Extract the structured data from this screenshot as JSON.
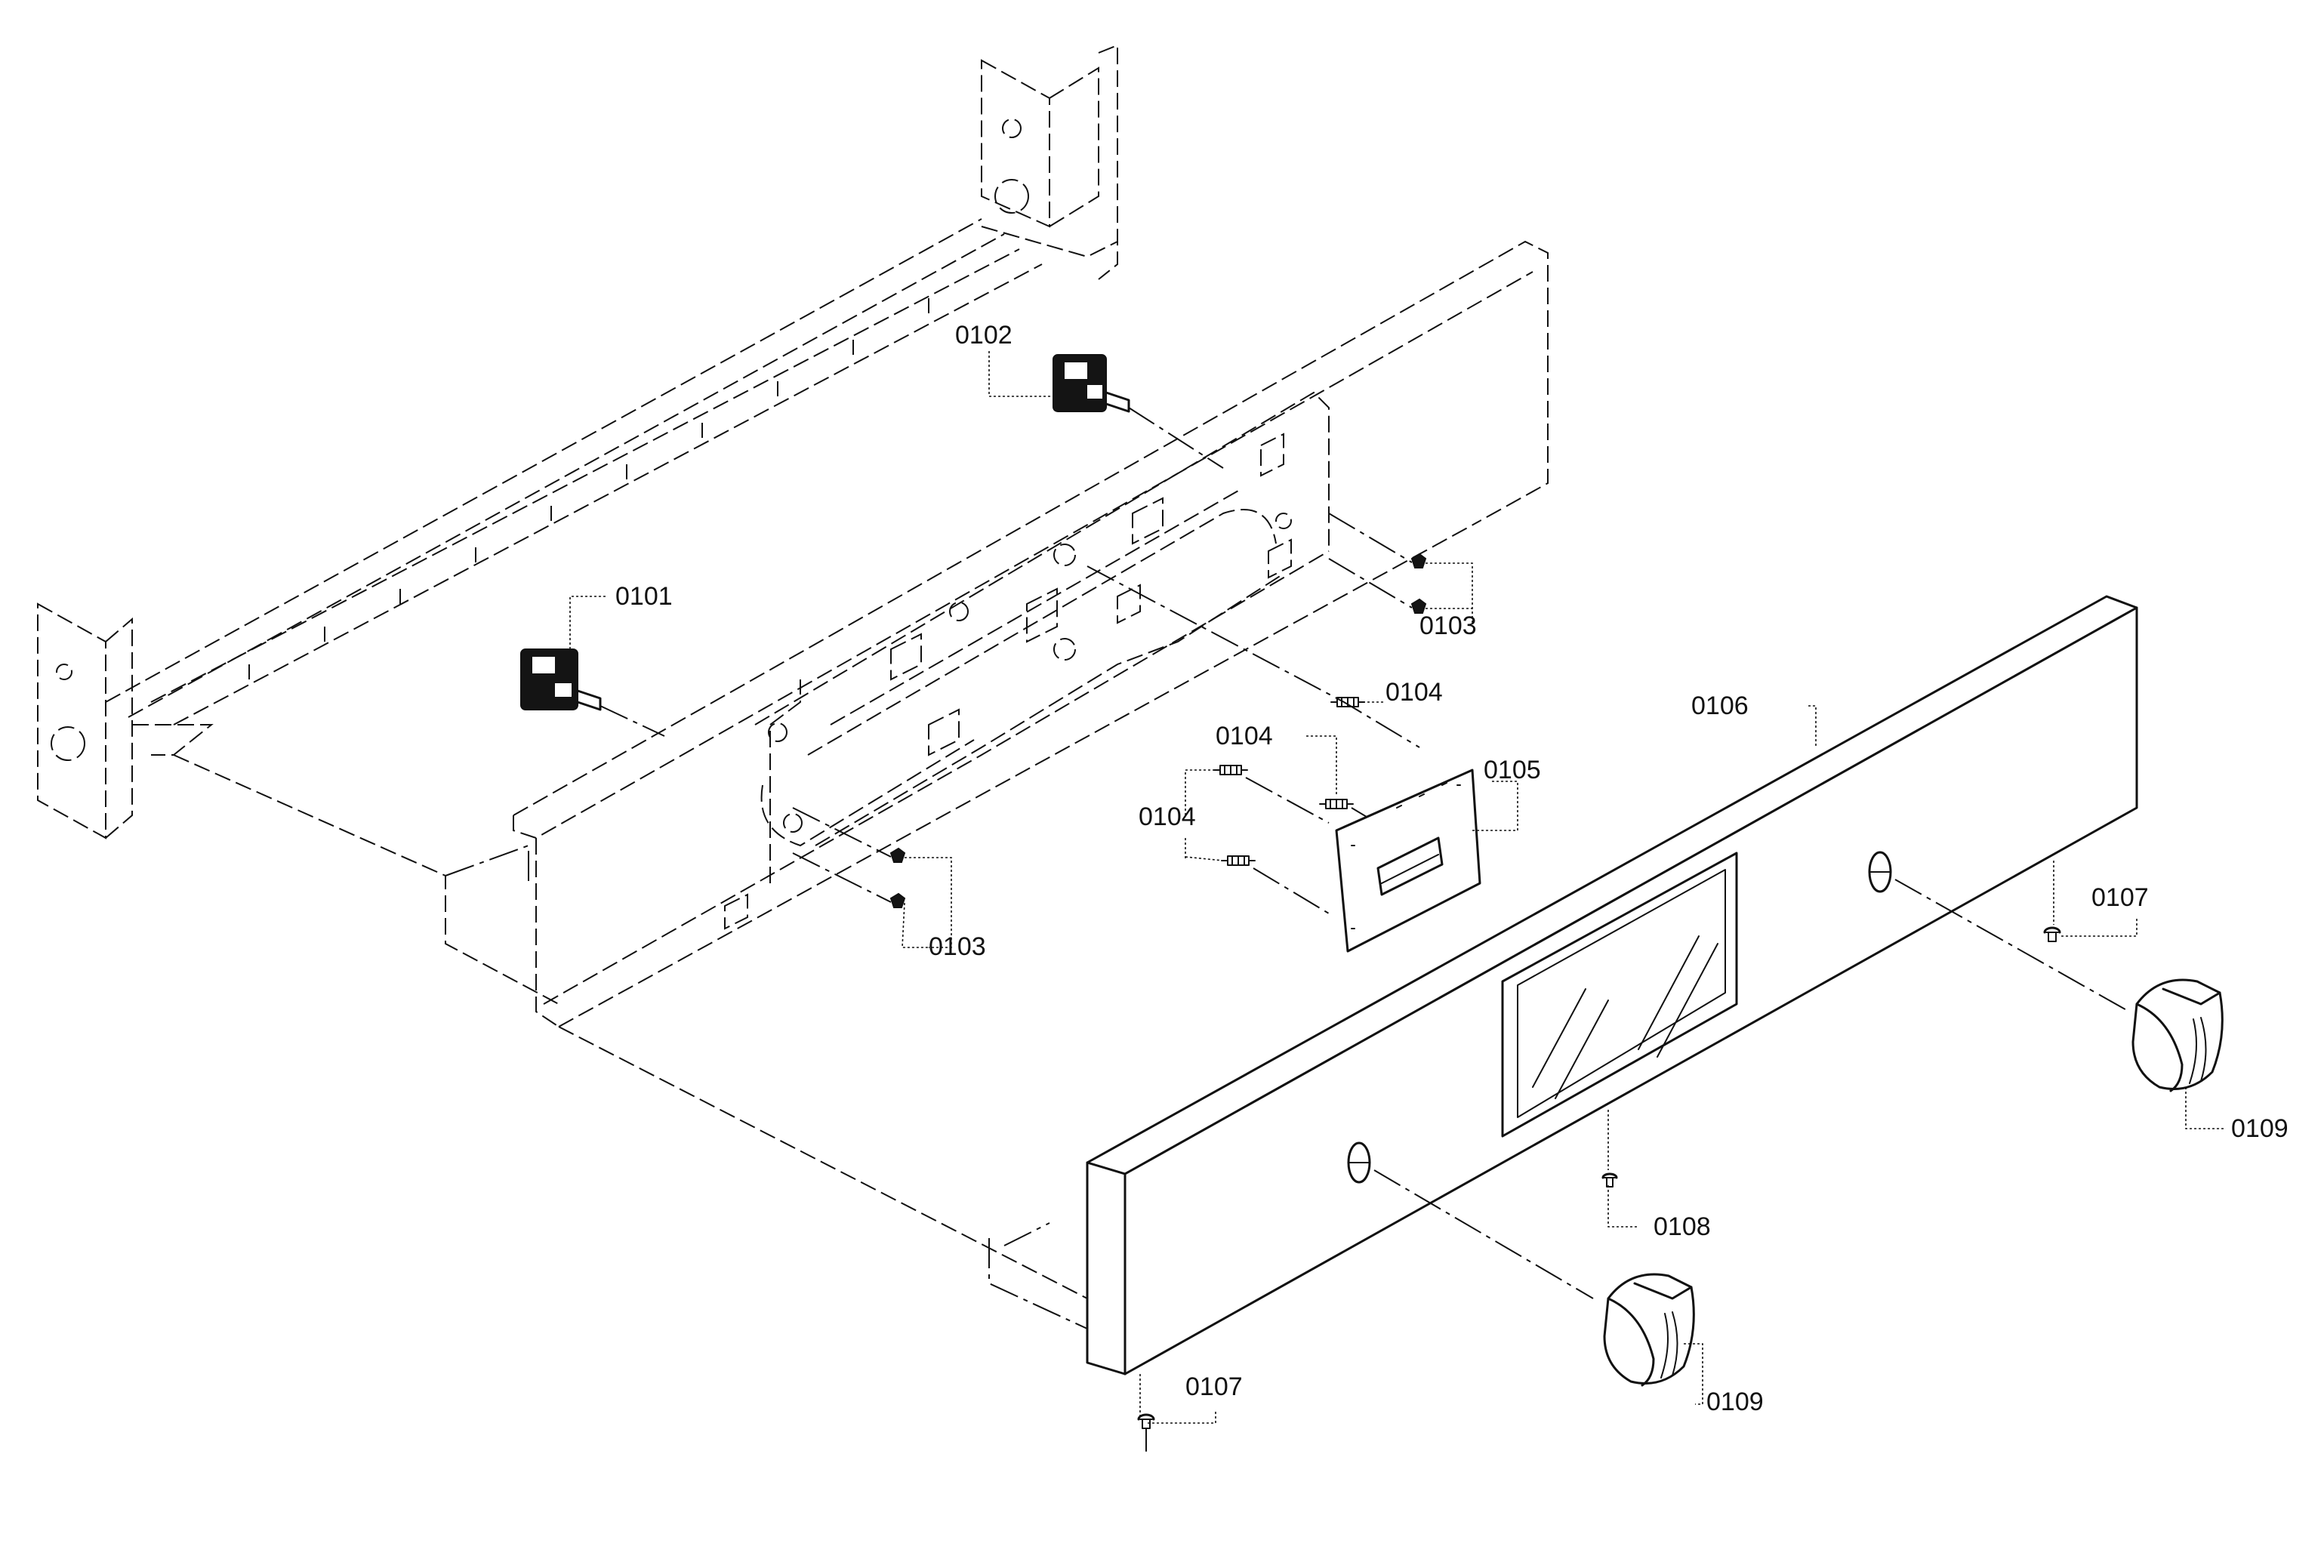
{
  "labels": {
    "l_0101": "0101",
    "l_0102": "0102",
    "l_0103_a": "0103",
    "l_0103_b": "0103",
    "l_0104_a": "0104",
    "l_0104_b": "0104",
    "l_0104_c": "0104",
    "l_0105": "0105",
    "l_0106": "0106",
    "l_0107_a": "0107",
    "l_0107_b": "0107",
    "l_0108": "0108",
    "l_0109_a": "0109",
    "l_0109_b": "0109"
  }
}
